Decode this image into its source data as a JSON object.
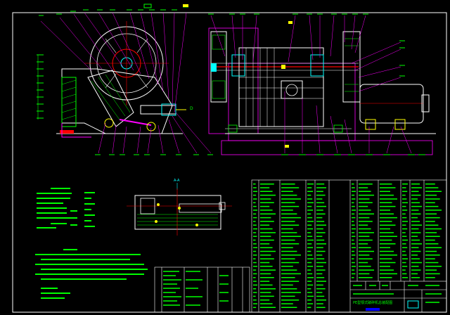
{
  "drawing": {
    "scale_label": "A-A",
    "view_marker": "D",
    "title_block_text": "PE型颚式破碎机总装配图"
  },
  "colors": {
    "background": "#000000",
    "frame": "#ffffff",
    "leader_lines": "#ff00ff",
    "text": "#00ff00",
    "outline": "#ffffff",
    "hatch": "#00ff00",
    "dimension": "#ffff00",
    "centerline": "#ff0000",
    "highlight_red": "#ff0000",
    "cyan": "#00ffff",
    "blue": "#0000ff"
  },
  "parts_table": {
    "column_count": 8,
    "row_count": 34
  },
  "bom_lower_table": {
    "column_count": 7,
    "row_count": 13
  },
  "technical_notes_lines": 8,
  "spec_lines": 7
}
